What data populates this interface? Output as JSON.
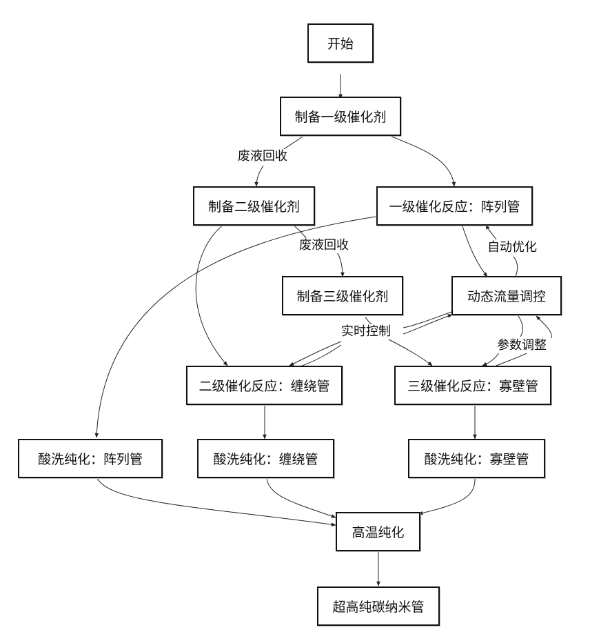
{
  "diagram": {
    "type": "flowchart",
    "nodes": {
      "start": "开始",
      "prep1": "制备一级催化剂",
      "prep2": "制备二级催化剂",
      "react1": "一级催化反应：阵列管",
      "prep3": "制备三级催化剂",
      "flow_ctrl": "动态流量调控",
      "react2": "二级催化反应：缠绕管",
      "react3": "三级催化反应：寡壁管",
      "acid1": "酸洗纯化：阵列管",
      "acid2": "酸洗纯化：缠绕管",
      "acid3": "酸洗纯化：寡壁管",
      "hightemp": "高温纯化",
      "result": "超高纯碳纳米管"
    },
    "edge_labels": {
      "waste1": "废液回收",
      "waste2": "废液回收",
      "auto_opt": "自动优化",
      "realtime": "实时控制",
      "param": "参数调整"
    },
    "edges": [
      {
        "from": "start",
        "to": "prep1",
        "label": ""
      },
      {
        "from": "prep1",
        "to": "prep2",
        "label": "废液回收"
      },
      {
        "from": "prep1",
        "to": "react1",
        "label": ""
      },
      {
        "from": "prep2",
        "to": "prep3",
        "label": "废液回收"
      },
      {
        "from": "prep2",
        "to": "react2",
        "label": ""
      },
      {
        "from": "react1",
        "to": "acid1",
        "label": ""
      },
      {
        "from": "react1",
        "to": "flow_ctrl",
        "label": ""
      },
      {
        "from": "flow_ctrl",
        "to": "react1",
        "label": "自动优化"
      },
      {
        "from": "prep3",
        "to": "react3",
        "label": "实时控制"
      },
      {
        "from": "flow_ctrl",
        "to": "react2",
        "label": "实时控制"
      },
      {
        "from": "react2",
        "to": "flow_ctrl",
        "label": "实时控制"
      },
      {
        "from": "flow_ctrl",
        "to": "react3",
        "label": "参数调整"
      },
      {
        "from": "react3",
        "to": "flow_ctrl",
        "label": "参数调整"
      },
      {
        "from": "react2",
        "to": "acid2",
        "label": ""
      },
      {
        "from": "react3",
        "to": "acid3",
        "label": ""
      },
      {
        "from": "acid1",
        "to": "hightemp",
        "label": ""
      },
      {
        "from": "acid2",
        "to": "hightemp",
        "label": ""
      },
      {
        "from": "acid3",
        "to": "hightemp",
        "label": ""
      },
      {
        "from": "hightemp",
        "to": "result",
        "label": ""
      }
    ]
  }
}
